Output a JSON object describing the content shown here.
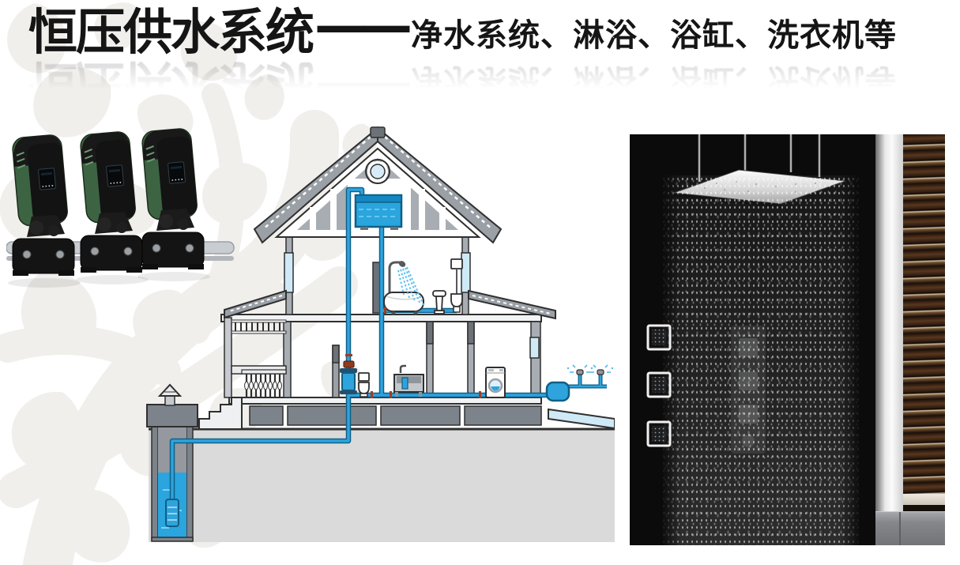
{
  "slide": {
    "title": {
      "main": "恒压供水系统",
      "dash": "——",
      "subtitle": "净水系统、淋浴、浴缸、洗衣机等"
    },
    "figures": {
      "pumps": "booster-pump-set-photo",
      "house": "house-water-supply-diagram",
      "shower": "rain-shower-photo"
    },
    "colors": {
      "title_text": "#151515",
      "background": "#ffffff",
      "pattern_gray": "#f0efec",
      "pipe_blue": "#2fa3dc",
      "pipe_outline": "#0e608a",
      "water_blue": "#2aa5de",
      "light_blue": "#cfe9f7",
      "wall_gray": "#a8adb3",
      "band_gray": "#6d7278",
      "soil_gray": "#dadada",
      "pump_green": "#3c6443",
      "pump_black": "#161616",
      "photo_black": "#0b0b0b",
      "blind_brown": "#59371e",
      "valve_red": "#a33c1e"
    }
  }
}
